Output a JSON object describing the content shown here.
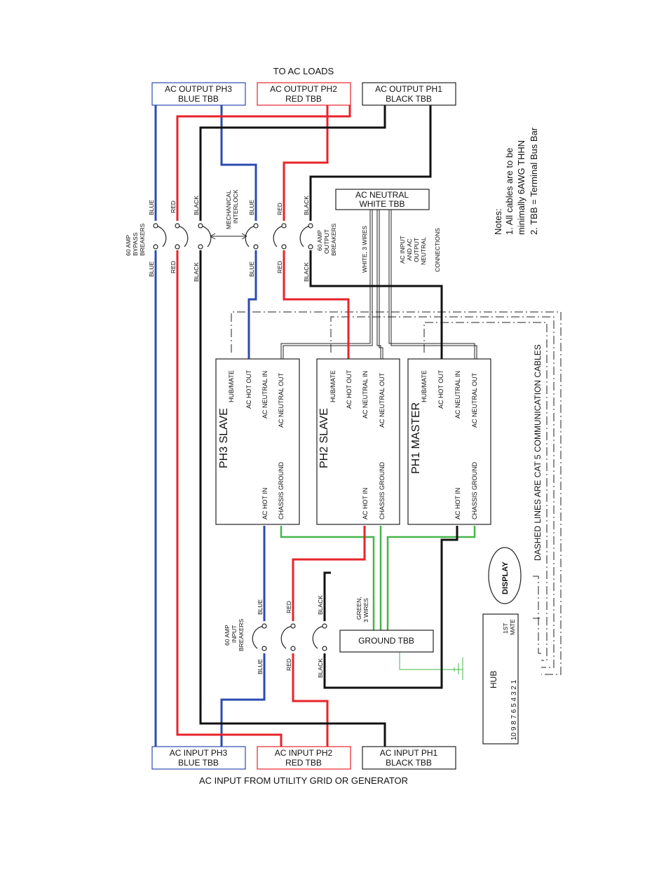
{
  "colors": {
    "blue": "#2b4bb0",
    "red": "#e8232b",
    "black": "#111111",
    "green": "#45b649"
  },
  "top_title": "TO AC LOADS",
  "bottom_title": "AC INPUT FROM UTILITY GRID OR GENERATOR",
  "output_tbbs": [
    {
      "line1": "AC OUTPUT PH3",
      "line2": "BLUE TBB"
    },
    {
      "line1": "AC OUTPUT PH2",
      "line2": "RED TBB"
    },
    {
      "line1": "AC OUTPUT PH1",
      "line2": "BLACK TBB"
    }
  ],
  "input_tbbs": [
    {
      "line1": "AC INPUT PH3",
      "line2": "BLUE TBB"
    },
    {
      "line1": "AC INPUT PH2",
      "line2": "RED TBB"
    },
    {
      "line1": "AC INPUT PH1",
      "line2": "BLACK TBB"
    }
  ],
  "neutral_tbb": {
    "line1": "AC NEUTRAL",
    "line2": "WHITE TBB"
  },
  "ground_tbb": "GROUND TBB",
  "bypass_breakers": [
    "60 AMP",
    "BYPASS",
    "BREAKERS"
  ],
  "output_breakers": [
    "60 AMP",
    "OUTPUT",
    "BREAKERS"
  ],
  "input_breakers": [
    "60 AMP",
    "INPUT",
    "BREAKERS"
  ],
  "mechanical_interlock": [
    "MECHANICAL",
    "INTERLOCK"
  ],
  "wire_labels": {
    "blue": "BLUE",
    "red": "RED",
    "black": "BLACK"
  },
  "white_wires": "WHITE, 3 WIRES",
  "neutral_connections": [
    "AC INPUT",
    "AND AC",
    "OUTPUT",
    "NEUTRAL",
    "CONNECTIONS"
  ],
  "green_wires": [
    "GREEN,",
    "3 WIRES"
  ],
  "inverters": [
    {
      "name": "PH3 SLAVE"
    },
    {
      "name": "PH2 SLAVE"
    },
    {
      "name": "PH1 MASTER"
    }
  ],
  "terminals": {
    "hub_mate": "HUB/MATE",
    "ac_hot_out": "AC HOT OUT",
    "ac_neutral_in": "AC NEUTRAL IN",
    "ac_neutral_out": "AC NEUTRAL OUT",
    "ac_hot_in": "AC HOT IN",
    "chassis_ground": "CHASSIS GROUND"
  },
  "dashed_note": "DASHED LINES ARE CAT 5 COMMUNICATION CABLES",
  "display": "DISPLAY",
  "hub": {
    "label": "HUB",
    "ports": "10 9 8 7 6 5 4 3 2 1",
    "mate": [
      "1ST",
      "MATE"
    ]
  },
  "notes": {
    "title": "Notes:",
    "lines": [
      "1. All cables are to be",
      "minimally 6AWG THHN",
      "2. TBB = Terminal Bus Bar"
    ]
  }
}
